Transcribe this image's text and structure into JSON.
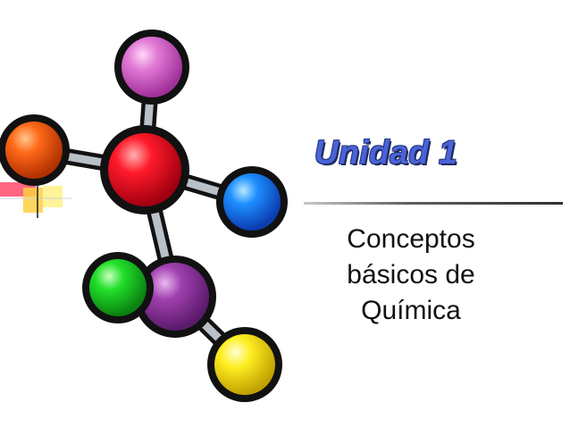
{
  "slide": {
    "title": "Unidad 1",
    "subtitle_lines": [
      "Conceptos",
      "básicos de",
      "Química"
    ]
  },
  "illustration": {
    "name": "molecule-clipart",
    "atom_colors": {
      "top": "#e27ad6",
      "left": "#ff6a1a",
      "center": "#ff1a2a",
      "right": "#1e8fff",
      "lower_left": "#22e02a",
      "lower_center": "#a040b0",
      "bottom": "#ffee22"
    }
  },
  "colors": {
    "title": "#4a63d8",
    "text": "#111111",
    "background": "#ffffff"
  }
}
